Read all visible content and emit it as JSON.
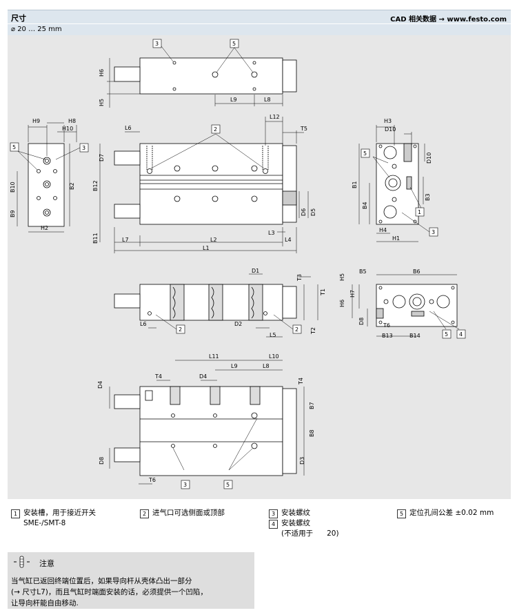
{
  "header": {
    "title": "尺寸",
    "link": "CAD 相关数据 → www.festo.com"
  },
  "subheader": {
    "size_range": "⌀ 20 … 25 mm"
  },
  "labels": {
    "top_view": {
      "H6": "H6",
      "H5": "H5",
      "L9": "L9",
      "L8": "L8",
      "c3": "3",
      "c5": "5"
    },
    "end_left": {
      "H9": "H9",
      "H8": "H8",
      "H10": "H10",
      "B10": "B10",
      "B9": "B9",
      "B2": "B2",
      "H2": "H2",
      "c5": "5",
      "c3": "3"
    },
    "side_view": {
      "L6": "L6",
      "c2": "2",
      "L12": "L12",
      "T5": "T5",
      "D7": "D7",
      "B12": "B12",
      "B11": "B11",
      "D6": "D6",
      "D5": "D5",
      "L3": "L3",
      "L7": "L7",
      "L2": "L2",
      "L4": "L4",
      "L1": "L1"
    },
    "end_right": {
      "H3": "H3",
      "D10": "D10",
      "D10v": "D10",
      "B1": "B1",
      "B3": "B3",
      "B4": "B4",
      "H4": "H4",
      "H1": "H1",
      "c5": "5",
      "c1": "1",
      "c3": "3"
    },
    "section_view": {
      "D1": "D1",
      "T3": "T3",
      "T1": "T1",
      "L6": "L6",
      "D2": "D2",
      "L5": "L5",
      "T2": "T2",
      "c2a": "2",
      "c2b": "2"
    },
    "end_right2": {
      "B5": "B5",
      "B6": "B6",
      "H5": "H5",
      "H6": "H6",
      "H7": "H7",
      "D8": "D8",
      "T6": "T6",
      "B13": "B13",
      "B14": "B14",
      "c5": "5",
      "c4": "4"
    },
    "bottom_view": {
      "L11": "L11",
      "L10": "L10",
      "L9": "L9",
      "L8": "L8",
      "T4a": "T4",
      "D4a": "D4",
      "D4b": "D4",
      "T4b": "T4",
      "B7": "B7",
      "B8": "B8",
      "D8": "D8",
      "D3": "D3",
      "T6": "T6",
      "c3": "3",
      "c5": "5"
    }
  },
  "legend": [
    {
      "num": "1",
      "text": "安装槽，用于接近开关\nSME-/SMT-8"
    },
    {
      "num": "2",
      "text": "进气口可选侧面或顶部"
    },
    {
      "num": "3",
      "text": "安装螺纹"
    },
    {
      "num": "4",
      "text": "安装螺纹\n(不适用于      20)"
    },
    {
      "num": "5",
      "text": "定位孔间公差 ±0.02 mm"
    }
  ],
  "note": {
    "title": "注意",
    "body": "当气缸已返回终端位置后，如果导向杆从壳体凸出一部分\n(→ 尺寸L7)，而且气缸时端面安装的话，必须提供一个凹陷，\n让导向杆能自由移动."
  },
  "colors": {
    "header_bg": "#dde6ee",
    "drawing_bg": "#e7e7e7",
    "part_fill": "#ffffff",
    "note_bg": "#dedede"
  }
}
